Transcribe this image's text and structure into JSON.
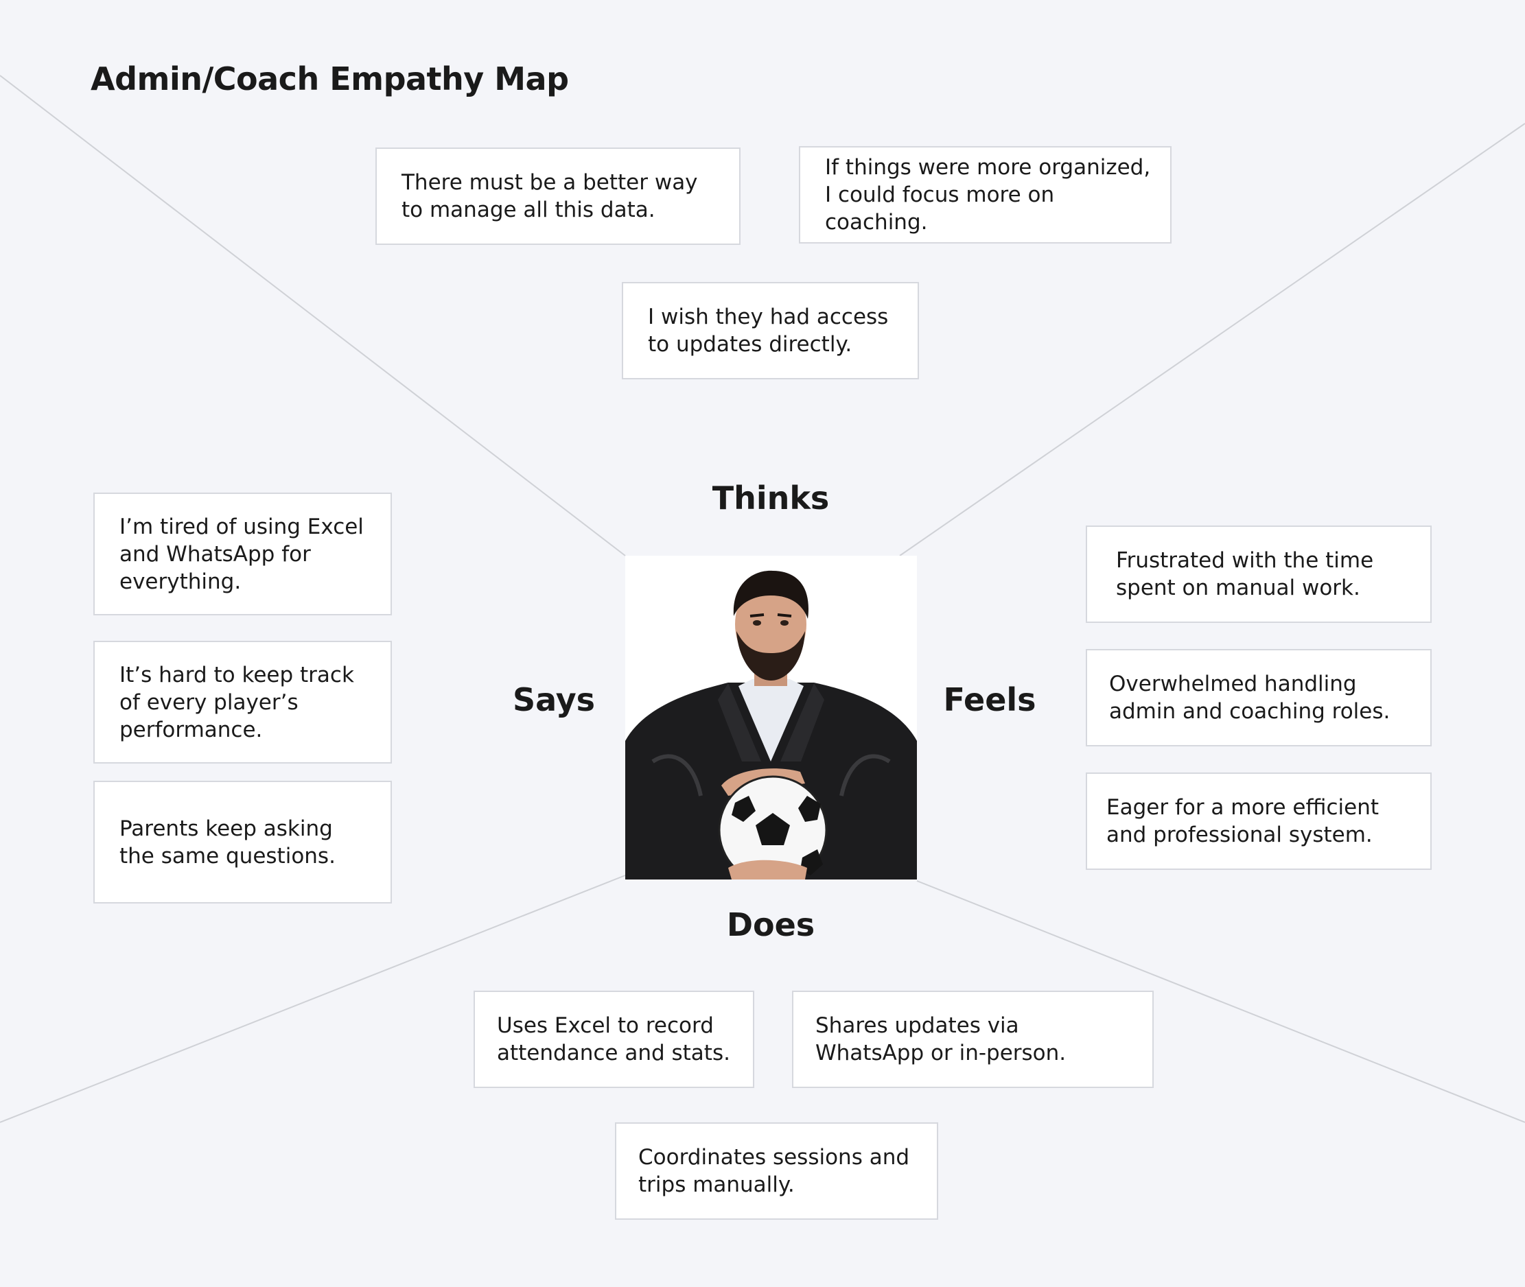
{
  "title": "Admin/Coach Empathy Map",
  "quadrants": {
    "thinks": "Thinks",
    "says": "Says",
    "feels": "Feels",
    "does": "Does"
  },
  "thinks": [
    "There must be a better way to manage all this data.",
    "If things were more organized, I could focus more on coaching.",
    "I wish they had access to updates directly."
  ],
  "says": [
    "I’m tired of using Excel and WhatsApp for everything.",
    "It’s hard to keep track of every player’s performance.",
    "Parents keep asking the same questions."
  ],
  "feels": [
    "Frustrated with the time spent on manual work.",
    "Overwhelmed handling admin and coaching roles.",
    "Eager for a more efficient and professional system."
  ],
  "does": [
    "Uses Excel to record attendance and stats.",
    "Shares updates via WhatsApp or in-person.",
    "Coordinates sessions and trips manually."
  ]
}
